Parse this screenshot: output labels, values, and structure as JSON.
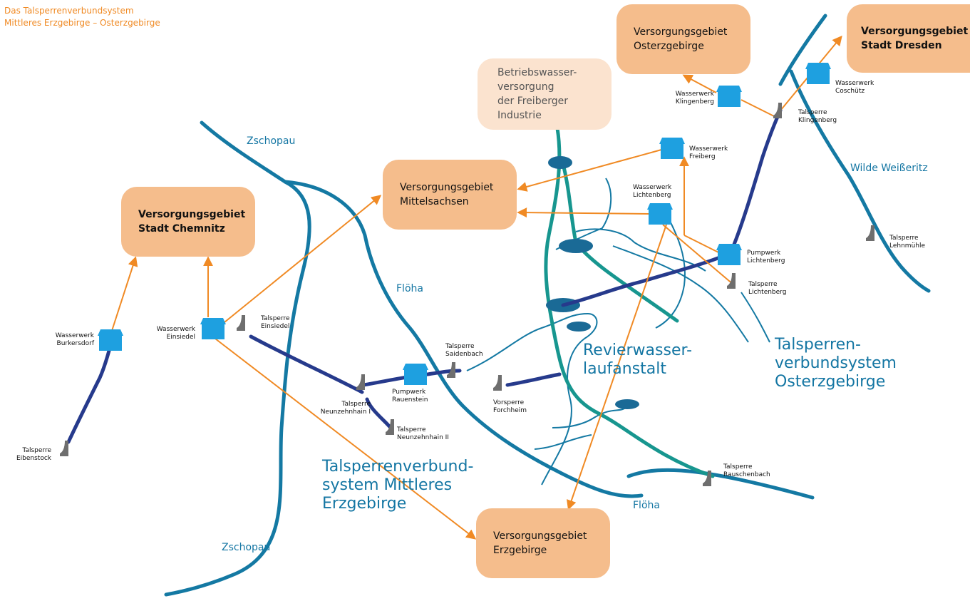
{
  "header": {
    "line1": "Das Talsperrenverbundsystem",
    "line2": "Mittleres Erzgebirge – Osterzgebirge"
  },
  "colors": {
    "river": "#1479a3",
    "main_pipe": "#263a8c",
    "revier": "#17968f",
    "arrow": "#f08a24",
    "box": "#f5bd8c",
    "box_light": "#fbe3cf",
    "dam": "#6e6e6e",
    "works": "#1ea0e0"
  },
  "boxes": {
    "osterzgebirge": {
      "line1": "Versorgungsgebiet",
      "line2": "Osterzgebirge"
    },
    "dresden": {
      "line1": "Versorgungsgebiet",
      "line2": "Stadt Dresden"
    },
    "betriebswasser": {
      "line1": "Betriebswasser-",
      "line2": "versorgung",
      "line3": "der Freiberger",
      "line4": "Industrie"
    },
    "mittelsachsen": {
      "line1": "Versorgungsgebiet",
      "line2": "Mittelsachsen"
    },
    "chemnitz": {
      "line1": "Versorgungsgebiet",
      "line2": "Stadt Chemnitz"
    },
    "erzgebirge": {
      "line1": "Versorgungsgebiet",
      "line2": "Erzgebirge"
    }
  },
  "facilities": {
    "ww_coschuetz": {
      "line1": "Wasserwerk",
      "line2": "Coschütz",
      "icon": "waterworks-icon"
    },
    "ww_klingenberg": {
      "line1": "Wasserwerk",
      "line2": "Klingenberg",
      "icon": "waterworks-icon"
    },
    "ts_klingenberg": {
      "line1": "Talsperre",
      "line2": "Klingenberg",
      "icon": "dam-icon"
    },
    "ww_freiberg": {
      "line1": "Wasserwerk",
      "line2": "Freiberg",
      "icon": "waterworks-icon"
    },
    "ww_lichtenberg": {
      "line1": "Wasserwerk",
      "line2": "Lichtenberg",
      "icon": "waterworks-icon"
    },
    "pw_lichtenberg": {
      "line1": "Pumpwerk",
      "line2": "Lichtenberg",
      "icon": "pumping-station-icon"
    },
    "ts_lichtenberg": {
      "line1": "Talsperre",
      "line2": "Lichtenberg",
      "icon": "dam-icon"
    },
    "ts_lehnmuehle": {
      "line1": "Talsperre",
      "line2": "Lehnmühle",
      "icon": "dam-icon"
    },
    "ww_burkersdorf": {
      "line1": "Wasserwerk",
      "line2": "Burkersdorf",
      "icon": "waterworks-icon"
    },
    "ww_einsiedel": {
      "line1": "Wasserwerk",
      "line2": "Einsiedel",
      "icon": "waterworks-icon"
    },
    "ts_einsiedel": {
      "line1": "Talsperre",
      "line2": "Einsiedel",
      "icon": "dam-icon"
    },
    "ts_saidenbach": {
      "line1": "Talsperre",
      "line2": "Saidenbach",
      "icon": "dam-icon"
    },
    "pw_rauenstein": {
      "line1": "Pumpwerk",
      "line2": "Rauenstein",
      "icon": "pumping-station-icon"
    },
    "ts_neunzehnhain1": {
      "line1": "Talsperre",
      "line2": "Neunzehnhain I",
      "icon": "dam-icon"
    },
    "ts_neunzehnhain2": {
      "line1": "Talsperre",
      "line2": "Neunzehnhain II",
      "icon": "dam-icon"
    },
    "vs_forchheim": {
      "line1": "Vorsperre",
      "line2": "Forchheim",
      "icon": "dam-icon"
    },
    "ts_eibenstock": {
      "line1": "Talsperre",
      "line2": "Eibenstock",
      "icon": "dam-icon"
    },
    "ts_rauschenbach": {
      "line1": "Talsperre",
      "line2": "Rauschenbach",
      "icon": "dam-icon"
    }
  },
  "rivers": {
    "zschopau_top": "Zschopau",
    "zschopau_bottom": "Zschopau",
    "floeha_mid": "Flöha",
    "floeha_bottom": "Flöha",
    "wilde_weisseritz": "Wilde Weißeritz"
  },
  "systems": {
    "revier": {
      "line1": "Revierwasser-",
      "line2": "laufanstalt"
    },
    "oster": {
      "line1": "Talsperren-",
      "line2": "verbundsystem",
      "line3": "Osterzgebirge"
    },
    "mittleres": {
      "line1": "Talsperrenverbund-",
      "line2": "system Mittleres",
      "line3": "Erzgebirge"
    }
  }
}
